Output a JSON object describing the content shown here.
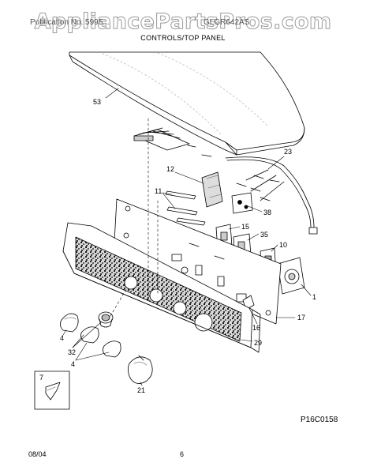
{
  "watermark": "AppliancePartsPros.com",
  "header": {
    "publication_text": "Publication No. 5995...",
    "model_text": "GLGR642AS"
  },
  "section_title": "CONTROLS/TOP PANEL",
  "figure_id": "P16C0158",
  "footer": {
    "date": "08/04",
    "page": "6"
  },
  "part_labels": [
    "53",
    "23",
    "12",
    "11",
    "38",
    "15",
    "35",
    "10",
    "1",
    "17",
    "16",
    "29",
    "4",
    "32",
    "4",
    "21",
    "7"
  ]
}
